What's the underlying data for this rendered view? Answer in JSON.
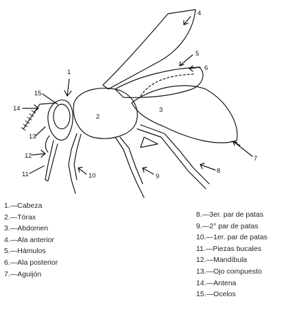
{
  "labels": {
    "n1": "1",
    "n2": "2",
    "n3": "3",
    "n4": "4",
    "n5": "5",
    "n6": "6",
    "n7": "7",
    "n8": "8",
    "n9": "9",
    "n10": "10",
    "n11": "11",
    "n12": "12",
    "n13": "13",
    "n14": "14",
    "n15": "15"
  },
  "legend_left": [
    "1.—Cabeza",
    "2.—Tórax",
    "3.—Abdomen",
    "4.—Ala anterior",
    "5.—Hámulos",
    "6.—Ala posterior",
    "7.—Aguijón"
  ],
  "legend_right": [
    "8.—3er. par de patas",
    "9.—2° par de patas",
    "10.—1er. par de patas",
    "11.—Piezas bucales",
    "12.—Mandíbula",
    "13.—Ojo compuesto",
    "14.—Antena",
    "15.—Ocelos"
  ]
}
